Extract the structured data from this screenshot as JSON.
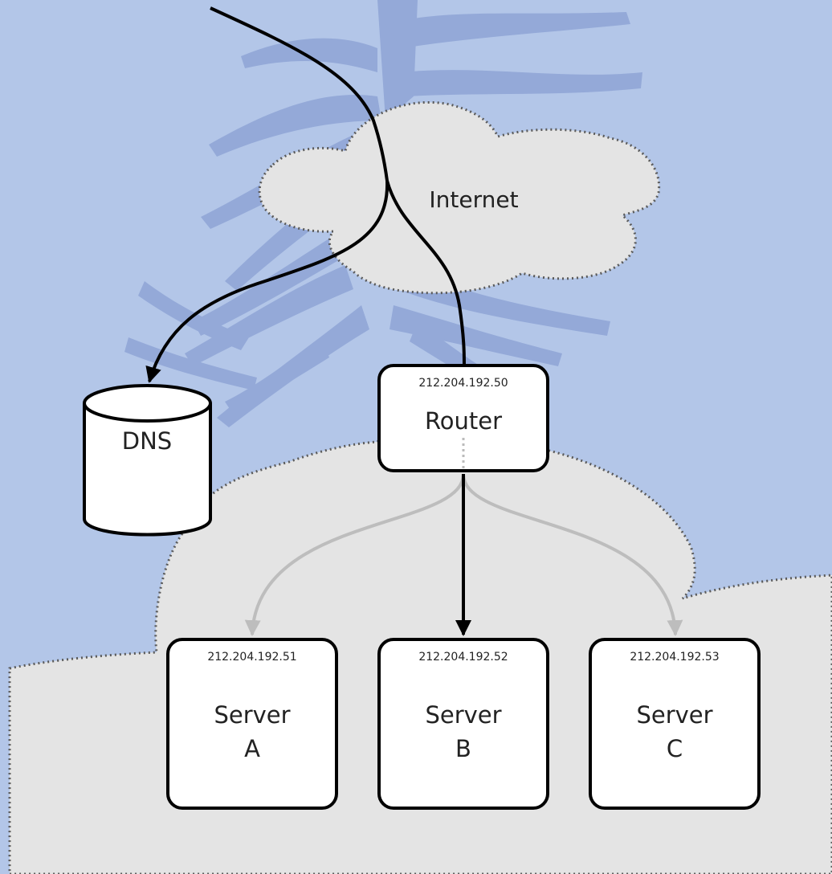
{
  "internet": {
    "label": "Internet"
  },
  "dns": {
    "label": "DNS"
  },
  "router": {
    "ip": "212.204.192.50",
    "label": "Router"
  },
  "servers": [
    {
      "ip": "212.204.192.51",
      "line1": "Server",
      "line2": "A"
    },
    {
      "ip": "212.204.192.52",
      "line1": "Server",
      "line2": "B"
    },
    {
      "ip": "212.204.192.53",
      "line1": "Server",
      "line2": "C"
    }
  ],
  "colors": {
    "background": "#b3c6e8",
    "tree_silhouette": "#8fa5d6",
    "cloud_fill": "#e4e4e4",
    "box_fill": "#ffffff",
    "active_link": "#000000",
    "inactive_link": "#bdbdbd"
  }
}
